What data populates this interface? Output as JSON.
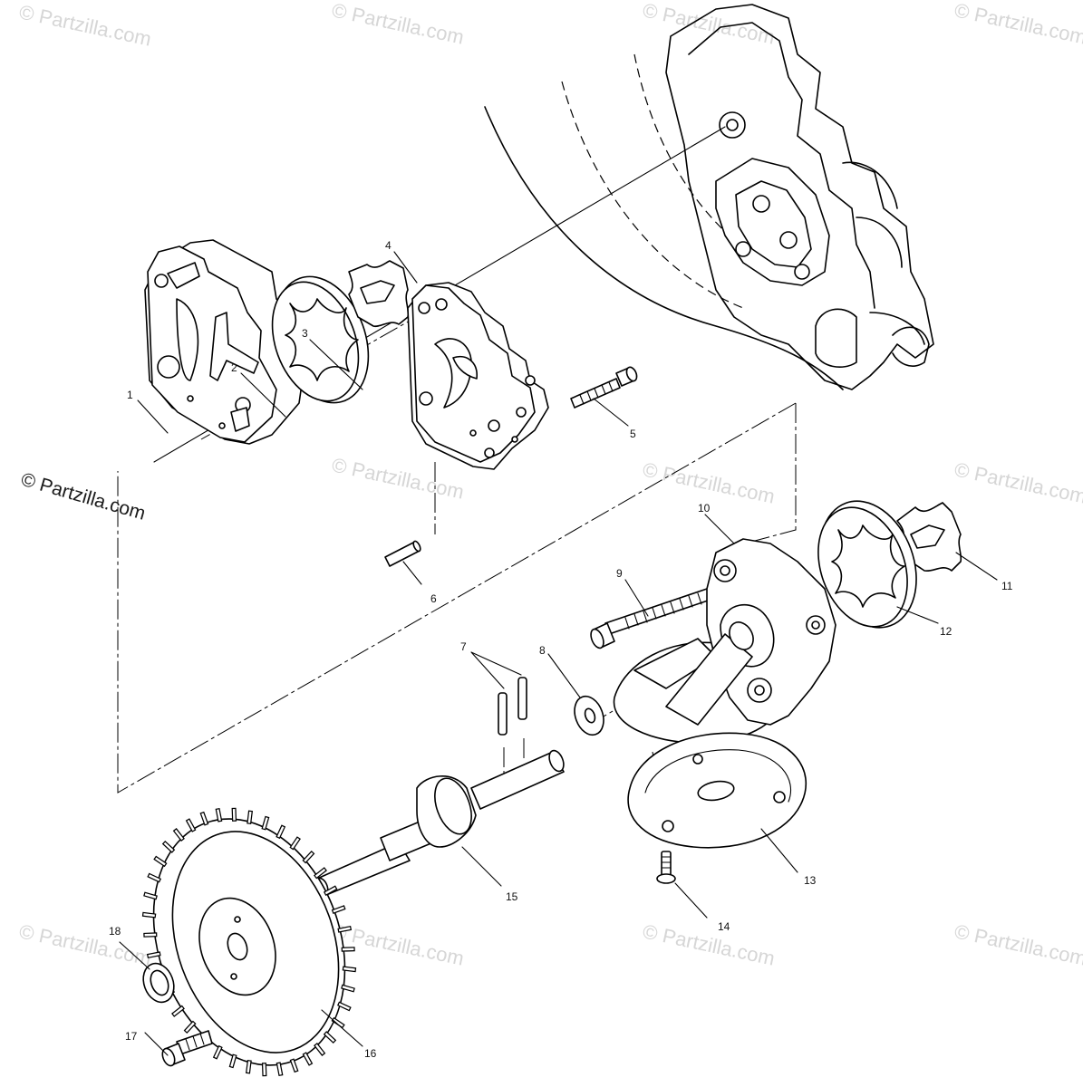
{
  "watermark": {
    "text": "© Partzilla.com",
    "main_text": "© Partzilla.com"
  },
  "callouts": [
    {
      "id": "1",
      "label": "1"
    },
    {
      "id": "2",
      "label": "2"
    },
    {
      "id": "3",
      "label": "3"
    },
    {
      "id": "4",
      "label": "4"
    },
    {
      "id": "5",
      "label": "5"
    },
    {
      "id": "6",
      "label": "6"
    },
    {
      "id": "7",
      "label": "7"
    },
    {
      "id": "8",
      "label": "8"
    },
    {
      "id": "9",
      "label": "9"
    },
    {
      "id": "10",
      "label": "10"
    },
    {
      "id": "11",
      "label": "11"
    },
    {
      "id": "12",
      "label": "12"
    },
    {
      "id": "13",
      "label": "13"
    },
    {
      "id": "14",
      "label": "14"
    },
    {
      "id": "15",
      "label": "15"
    },
    {
      "id": "16",
      "label": "16"
    },
    {
      "id": "17",
      "label": "17"
    },
    {
      "id": "18",
      "label": "18"
    }
  ]
}
